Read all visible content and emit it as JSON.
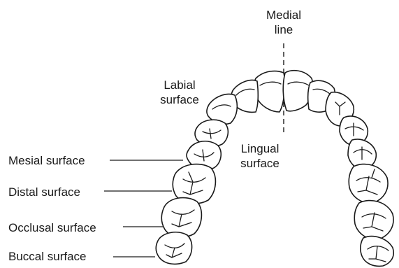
{
  "labels": {
    "medial_line_1": "Medial",
    "medial_line_2": "line",
    "labial_1": "Labial",
    "labial_2": "surface",
    "lingual_1": "Lingual",
    "lingual_2": "surface",
    "mesial": "Mesial surface",
    "distal": "Distal surface",
    "occlusal": "Occlusal surface",
    "buccal": "Buccal surface"
  }
}
